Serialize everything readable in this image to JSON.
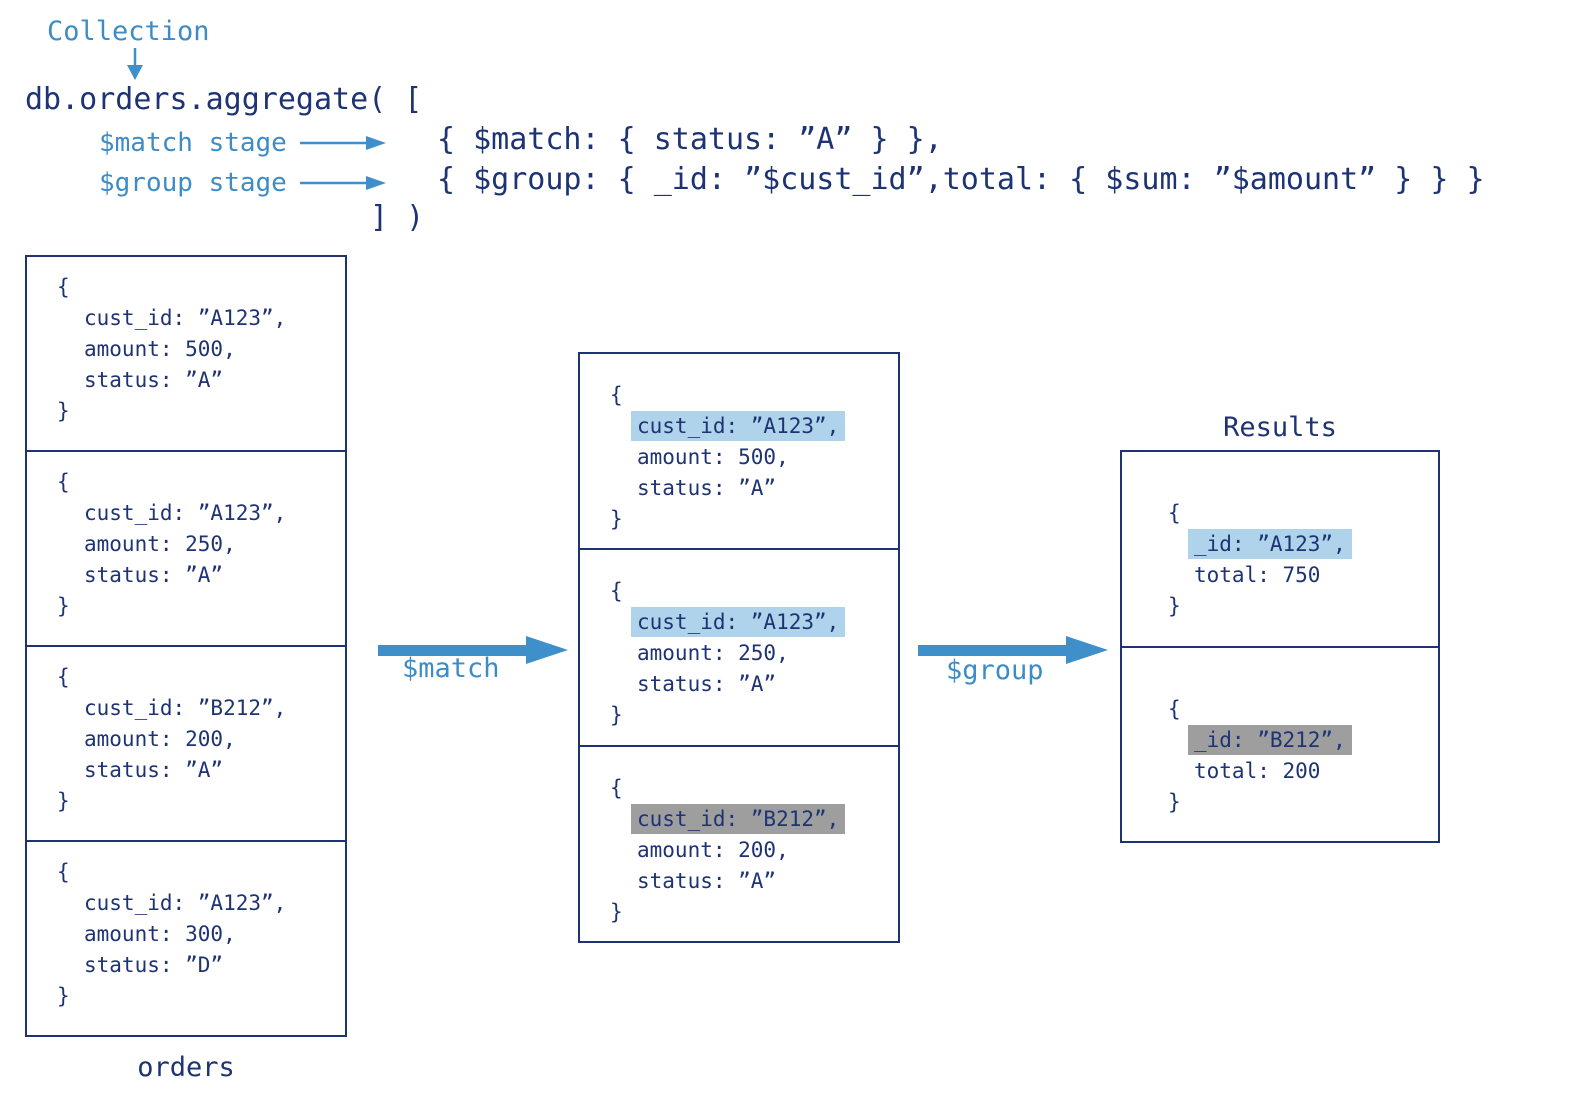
{
  "colors": {
    "navy": "#1e3374",
    "light_blue": "#3e8cc6",
    "arrow_blue": "#3e8fca",
    "highlight_blue": "#aed3ea",
    "highlight_gray": "#9e9e9e",
    "background": "#ffffff"
  },
  "code": {
    "collection_label": "Collection",
    "aggregate_line": "db.orders.aggregate( [",
    "match_stage_label": "$match stage",
    "match_line": "{ $match: { status: ”A” } },",
    "group_stage_label": "$group stage",
    "group_line": "{ $group: { _id: ”$cust_id”,total: { $sum: ”$amount” } } }",
    "closing_line": "] )"
  },
  "pipeline": {
    "match_arrow_label": "$match",
    "group_arrow_label": "$group"
  },
  "orders_label": "orders",
  "results_label": "Results",
  "boxes": {
    "orders": {
      "documents": [
        {
          "open": "{",
          "close": "}",
          "fields": [
            {
              "text": "cust_id: ”A123”,"
            },
            {
              "text": "amount: 500,"
            },
            {
              "text": "status: ”A”"
            }
          ]
        },
        {
          "open": "{",
          "close": "}",
          "fields": [
            {
              "text": "cust_id: ”A123”,"
            },
            {
              "text": "amount: 250,"
            },
            {
              "text": "status: ”A”"
            }
          ]
        },
        {
          "open": "{",
          "close": "}",
          "fields": [
            {
              "text": "cust_id: ”B212”,"
            },
            {
              "text": "amount: 200,"
            },
            {
              "text": "status: ”A”"
            }
          ]
        },
        {
          "open": "{",
          "close": "}",
          "fields": [
            {
              "text": "cust_id: ”A123”,"
            },
            {
              "text": "amount: 300,"
            },
            {
              "text": "status: ”D”"
            }
          ]
        }
      ]
    },
    "matched": {
      "documents": [
        {
          "open": "{",
          "close": "}",
          "fields": [
            {
              "text": "cust_id: ”A123”,",
              "highlight": "blue"
            },
            {
              "text": "amount: 500,"
            },
            {
              "text": "status: ”A”"
            }
          ]
        },
        {
          "open": "{",
          "close": "}",
          "fields": [
            {
              "text": "cust_id: ”A123”,",
              "highlight": "blue"
            },
            {
              "text": "amount: 250,"
            },
            {
              "text": "status: ”A”"
            }
          ]
        },
        {
          "open": "{",
          "close": "}",
          "fields": [
            {
              "text": "cust_id: ”B212”,",
              "highlight": "gray"
            },
            {
              "text": "amount: 200,"
            },
            {
              "text": "status: ”A”"
            }
          ]
        }
      ]
    },
    "results": {
      "documents": [
        {
          "open": "{",
          "close": "}",
          "fields": [
            {
              "text": "_id: ”A123”,",
              "highlight": "blue"
            },
            {
              "text": "total: 750"
            }
          ]
        },
        {
          "open": "{",
          "close": "}",
          "fields": [
            {
              "text": "_id: ”B212”,",
              "highlight": "gray"
            },
            {
              "text": "total: 200"
            }
          ]
        }
      ]
    }
  }
}
